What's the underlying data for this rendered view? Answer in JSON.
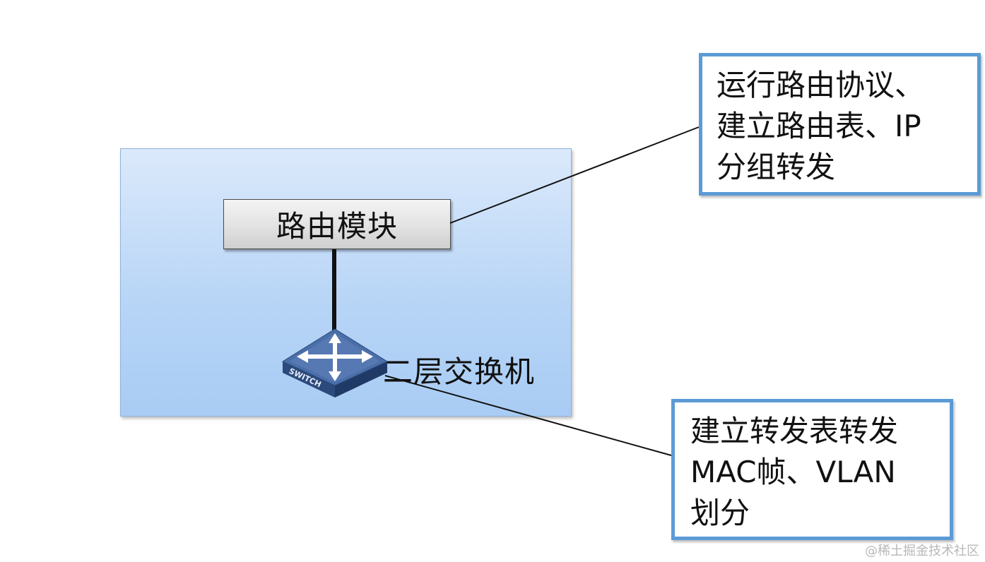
{
  "routing_module": {
    "label": "路由模块"
  },
  "switch": {
    "label": "二层交换机",
    "icon_text": "SWITCH",
    "icon": "switch-icon"
  },
  "callouts": {
    "top": {
      "lines": [
        "运行路由协议、",
        "建立路由表、IP",
        "分组转发"
      ]
    },
    "bottom": {
      "lines": [
        "建立转发表转发",
        "MAC帧、VLAN",
        "划分"
      ]
    }
  },
  "watermark": "@稀土掘金技术社区",
  "colors": {
    "panel_fill": "#b6d4f6",
    "callout_border": "#5b9bd5",
    "switch_blue": "#3e5f95"
  }
}
